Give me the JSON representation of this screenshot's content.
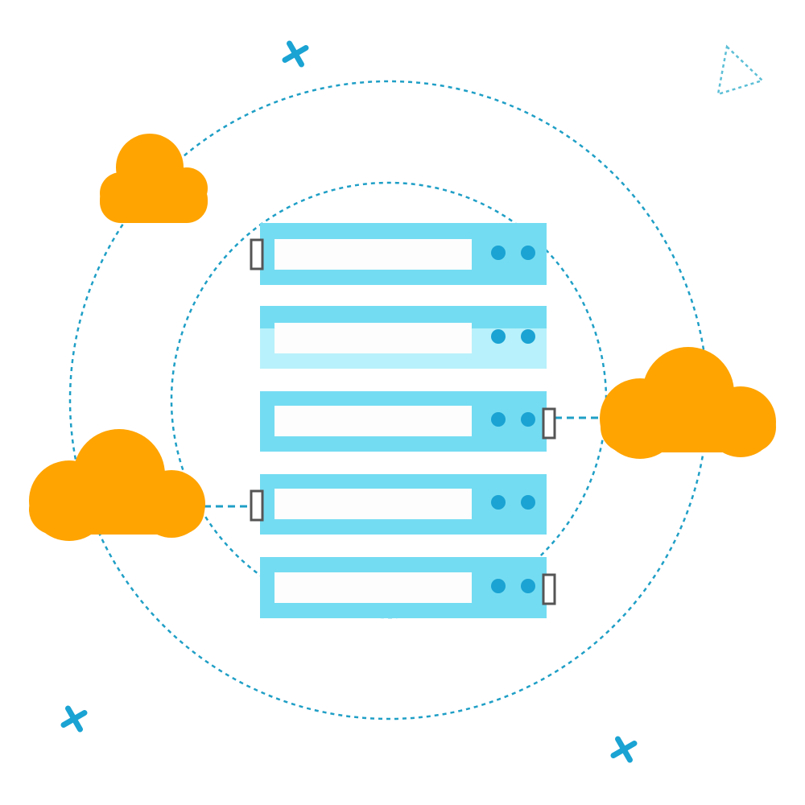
{
  "illustration": {
    "subject": "server-rack-with-cloud-connections",
    "colors": {
      "background": "#ffffff",
      "orbit": "#1f9fc6",
      "server_body": "#74dcf2",
      "server_body_light": "#b8f1fb",
      "server_panel": "#fdfdfd",
      "led": "#1aa3d3",
      "port_outline": "#555555",
      "port_fill": "#ffffff",
      "cloud": "#ffa400",
      "sparkle": "#1aa3d3",
      "triangle": "#5cbfd6"
    },
    "icons": {
      "server": "server-icon",
      "cloud": "cloud-icon",
      "sparkle": "sparkle-icon",
      "triangle": "triangle-outline-icon"
    },
    "server_count": 5,
    "cloud_count": 3,
    "highlighted_server_index": 1
  }
}
